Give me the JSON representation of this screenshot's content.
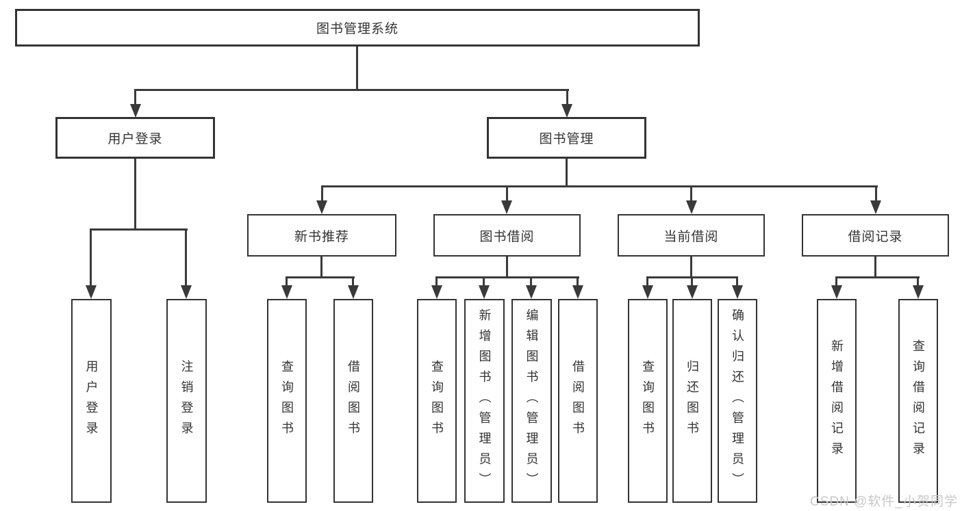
{
  "tree": {
    "root": {
      "label": "图书管理系统"
    },
    "branches": [
      {
        "label": "用户登录",
        "children": [
          {
            "label": "用户登录"
          },
          {
            "label": "注销登录"
          }
        ]
      },
      {
        "label": "图书管理",
        "children": [
          {
            "label": "新书推荐",
            "children": [
              {
                "label": "查询图书"
              },
              {
                "label": "借阅图书"
              }
            ]
          },
          {
            "label": "图书借阅",
            "children": [
              {
                "label": "查询图书"
              },
              {
                "label": "新增图书（管理员）"
              },
              {
                "label": "编辑图书（管理员）"
              },
              {
                "label": "借阅图书"
              }
            ]
          },
          {
            "label": "当前借阅",
            "children": [
              {
                "label": "查询图书"
              },
              {
                "label": "归还图书"
              },
              {
                "label": "确认归还（管理员）"
              }
            ]
          },
          {
            "label": "借阅记录",
            "children": [
              {
                "label": "新增借阅记录"
              },
              {
                "label": "查询借阅记录"
              }
            ]
          }
        ]
      }
    ]
  },
  "watermark": {
    "text": "CSDN @软件_小贺同学"
  },
  "colors": {
    "line": "#3a3a3a",
    "box_border": "#333333",
    "box_bg": "#ffffff",
    "text": "#333333",
    "watermark": "#c8c8c8"
  }
}
